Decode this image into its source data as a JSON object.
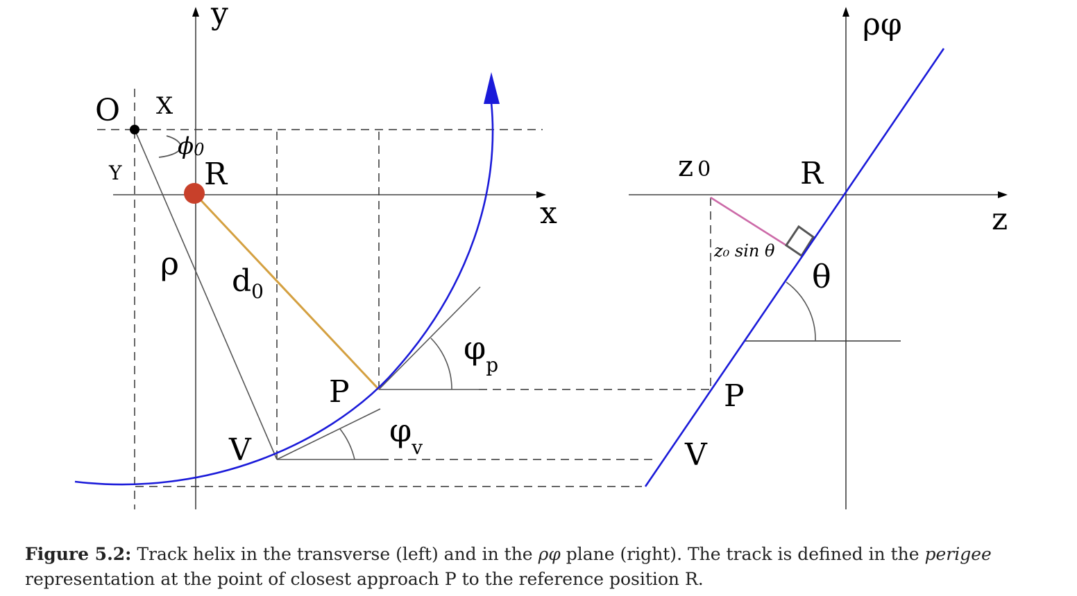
{
  "colors": {
    "axis": "#404040",
    "dashed": "#333333",
    "track": "#1a1ad9",
    "d0_line": "#d4a040",
    "reference_point": "#c8402a",
    "origin_point": "#000000",
    "angle_mark": "#555555",
    "projection": "#cc6aa8",
    "right_angle_box": "#555555"
  },
  "left_panel": {
    "axis_y": "y",
    "axis_x": "x",
    "label_O": "O",
    "label_X": "X",
    "label_Y": "Y",
    "label_phi0_sym": "ϕ",
    "label_phi0_sub": "0",
    "label_R": "R",
    "label_rho": "ρ",
    "label_d0_sym": "d",
    "label_d0_sub": "0",
    "label_P": "P",
    "label_V": "V",
    "label_phip_sym": "φ",
    "label_phip_sub": "p",
    "label_phiv_sym": "φ",
    "label_phiv_sub": "v"
  },
  "right_panel": {
    "axis_rhophi": "ρφ",
    "axis_z": "z",
    "label_z0_sym": "z",
    "label_z0_sub": "0",
    "label_R": "R",
    "label_z0sin": "z₀ sin θ",
    "label_theta": "θ",
    "label_P": "P",
    "label_V": "V"
  },
  "caption": {
    "label": "Figure 5.2:",
    "text1": " Track helix in the transverse (left) and in the ",
    "rho": "ρφ",
    "text2": " plane (right). The track is defined in the ",
    "perigee": "perigee",
    "text3": " representation at the point of closest approach P to the reference position R."
  }
}
